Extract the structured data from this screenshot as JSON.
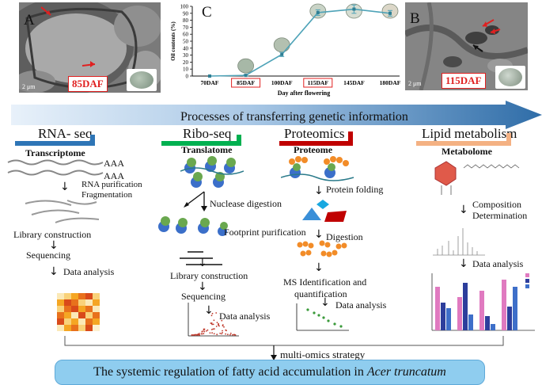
{
  "panel_a": {
    "letter": "A",
    "daf_label": "85DAF",
    "scale_label": "2 μm"
  },
  "panel_b": {
    "letter": "B",
    "daf_label": "115DAF",
    "scale_label": "2 μm"
  },
  "panel_c": {
    "letter": "C",
    "highlighted": [
      "85DAF",
      "115DAF"
    ],
    "chart_data": {
      "type": "line",
      "categories": [
        "70DAF",
        "85DAF",
        "100DAF",
        "115DAF",
        "145DAF",
        "180DAF"
      ],
      "values": [
        0,
        1,
        31,
        91,
        96,
        90
      ],
      "errors": [
        0,
        1,
        3,
        4,
        6,
        4
      ],
      "ylabel": "Oil contents (%)",
      "xlabel": "Day after flowering",
      "yticks": [
        0,
        10,
        20,
        30,
        40,
        50,
        60,
        70,
        80,
        90,
        100
      ],
      "ylim": [
        0,
        100
      ],
      "line_color": "#4ea3b8",
      "grid": false
    }
  },
  "banner": {
    "text": "Processes of transferring genetic information",
    "color": "#2f6da8"
  },
  "rna": {
    "title": "RNA- seq",
    "subtitle": "Transcriptome",
    "aaa1": "AAA",
    "aaa2": "AAA",
    "step1a": "RNA purification",
    "step1b": "Fragmentation",
    "step2": "Library construction",
    "step3": "Sequencing",
    "step4": "Data analysis",
    "bar_color": "#2e75b6"
  },
  "ribo": {
    "title": "Ribo-seq",
    "subtitle": "Translatome",
    "step1": "Nuclease digestion",
    "step2": "Footprint purification",
    "step3": "Library construction",
    "step4": "Sequencing",
    "step5": "Data analysis",
    "bar_color": "#00b050"
  },
  "prot": {
    "title": "Proteomics",
    "subtitle": "Proteome",
    "step1": "Protein folding",
    "step2": "Digestion",
    "step3a": "MS Identification and",
    "step3b": "quantification",
    "step4": "Data analysis",
    "bar_color": "#c00000"
  },
  "lipid": {
    "title": "Lipid metabolism",
    "subtitle": "Metabolome",
    "step1a": "Composition",
    "step1b": "Determination",
    "step2": "Data analysis",
    "bar_color": "#f4b183"
  },
  "strategy": "multi-omics strategy",
  "conclusion": {
    "prefix": "The systemic regulation of fatty acid accumulation in ",
    "species": "Acer truncatum"
  }
}
